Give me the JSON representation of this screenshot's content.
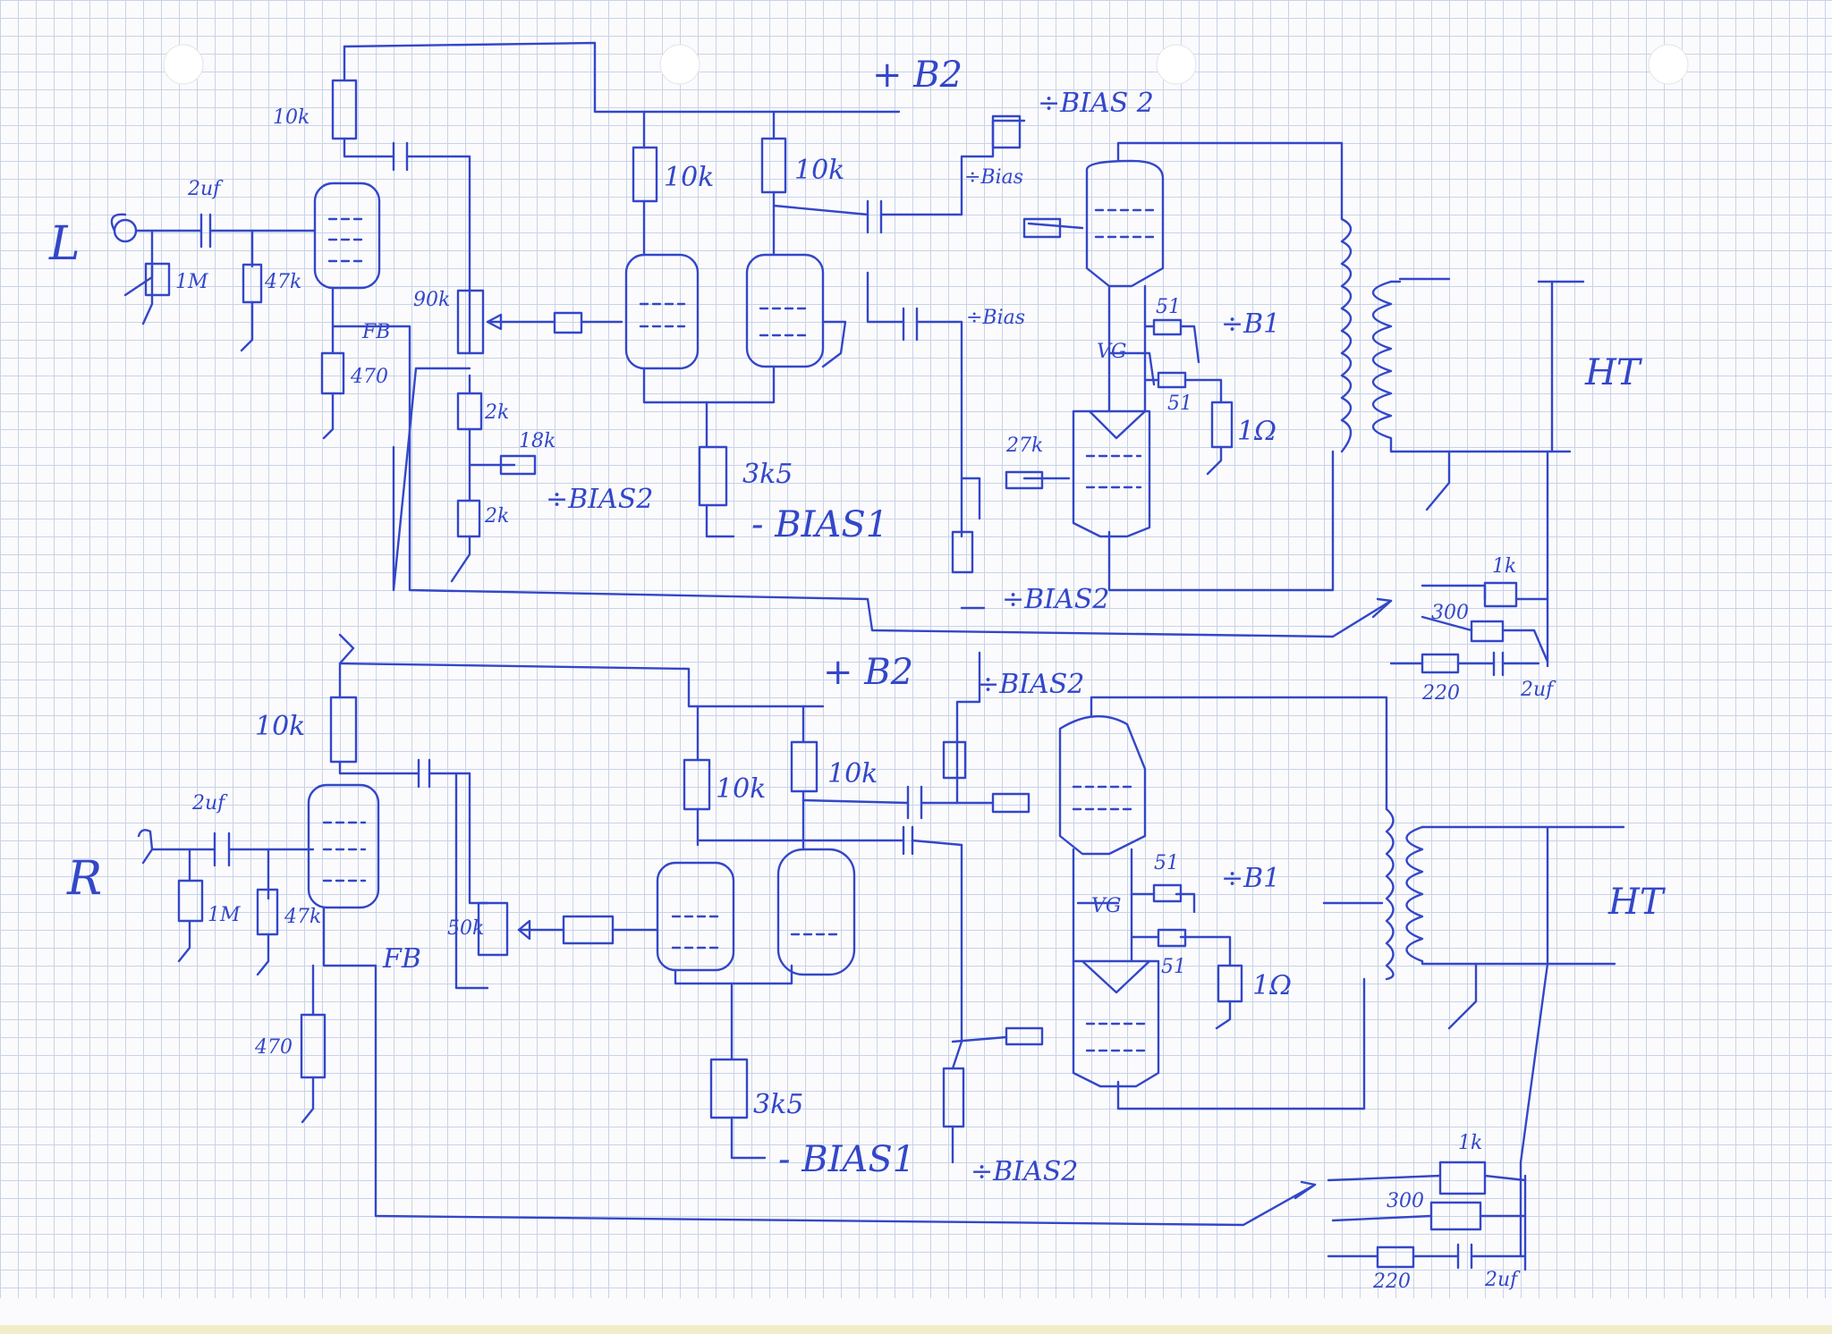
{
  "left_channel": {
    "input": "L",
    "input_cap": "2uf",
    "r_grid_1": "1M",
    "r_grid_2": "47k",
    "r_plate": "10k",
    "r_cathode": "470",
    "feedback": "FB",
    "pot": "90k",
    "div_r1": "2k",
    "div_r2": "18k",
    "div_r3": "2k",
    "bias_div": "÷BIAS2",
    "supply": "+ B2",
    "r_pi_1": "10k",
    "r_pi_2": "10k",
    "r_tail": "3k5",
    "bias_tail": "- BIAS1",
    "bias_top": "÷BIAS 2",
    "bias_grid_a": "÷Bias",
    "bias_grid_b": "÷Bias",
    "r_sg_1": "51",
    "r_sg_2": "51",
    "vg": "VG",
    "r_fb1": "÷B1",
    "r_sense": "1Ω",
    "r_grid_out": "27k",
    "bias_bottom": "÷BIAS2",
    "output": "HT",
    "fb_r1": "1k",
    "fb_r2": "300",
    "fb_r3": "220",
    "fb_cap": "2uf"
  },
  "right_channel": {
    "input": "R",
    "input_cap": "2uf",
    "r_grid_1": "1M",
    "r_grid_2": "47k",
    "r_plate": "10k",
    "r_cathode": "470",
    "feedback": "FB",
    "pot": "50k",
    "supply": "+ B2",
    "r_pi_1": "10k",
    "r_pi_2": "10k",
    "r_tail": "3k5",
    "bias_tail": "- BIAS1",
    "bias_top": "÷BIAS2",
    "bias_bottom": "÷BIAS2",
    "r_sg_1": "51",
    "r_sg_2": "51",
    "vg": "VG",
    "r_fb1": "÷B1",
    "r_sense": "1Ω",
    "output": "HT",
    "fb_r1": "1k",
    "fb_r2": "300",
    "fb_r3": "220",
    "fb_cap": "2uf"
  }
}
